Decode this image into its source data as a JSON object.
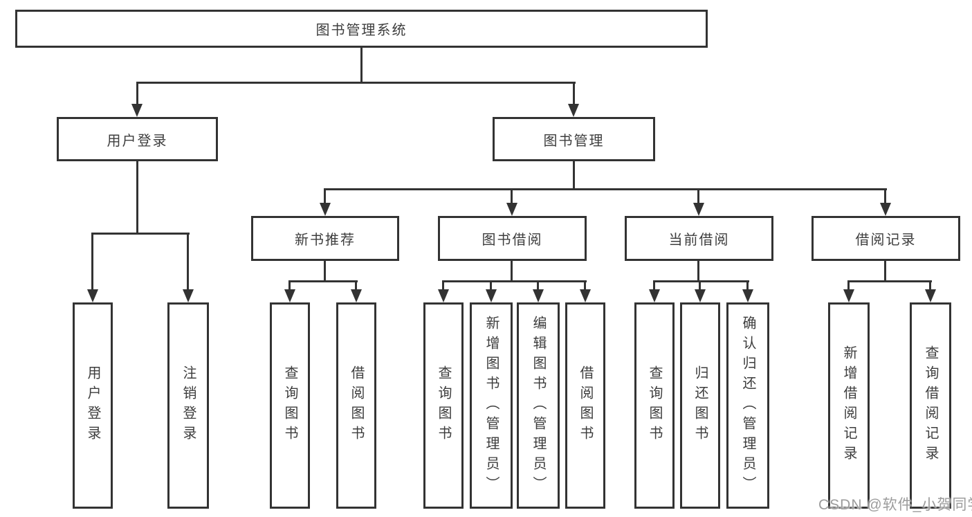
{
  "nodes": {
    "root": "图书管理系统",
    "user_login": "用户登录",
    "book_mgmt": "图书管理",
    "new_book_rec": "新书推荐",
    "book_borrow": "图书借阅",
    "current_borrow": "当前借阅",
    "borrow_records": "借阅记录",
    "leaf_user_login": "用户登录",
    "leaf_logout": "注销登录",
    "leaf_query_books_a": "查询图书",
    "leaf_borrow_books_a": "借阅图书",
    "leaf_query_books_b": "查询图书",
    "leaf_add_book": "新增图书（管理员）",
    "leaf_edit_book": "编辑图书（管理员）",
    "leaf_borrow_books_b": "借阅图书",
    "leaf_query_books_c": "查询图书",
    "leaf_return_book": "归还图书",
    "leaf_confirm_return": "确认归还（管理员）",
    "leaf_add_borrow_record": "新增借阅记录",
    "leaf_query_borrow_record": "查询借阅记录"
  },
  "watermark": "CSDN @软件_小贺同学",
  "colors": {
    "line": "#333333",
    "text": "#3d3d3d",
    "watermark": "#9c9c9c"
  }
}
